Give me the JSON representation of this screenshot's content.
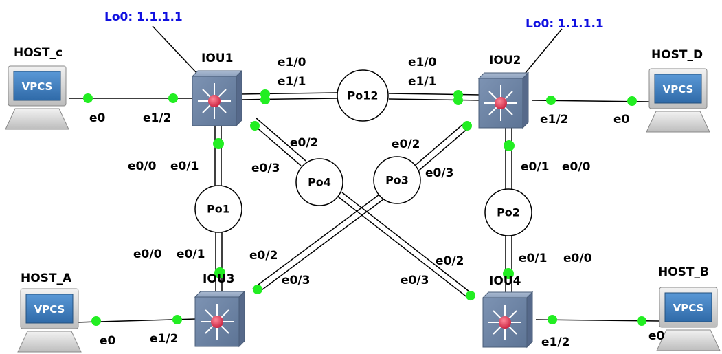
{
  "colors": {
    "link": "#000000",
    "port_dot": "#22ee22",
    "loopback_label": "#1010e0",
    "switch_body": "#6f86a6",
    "switch_center": "#e23b55",
    "screen": "#3f7fc3"
  },
  "loopbacks": {
    "iou1": "Lo0: 1.1.1.1",
    "iou2": "Lo0: 1.1.1.1"
  },
  "devices": {
    "iou1": "IOU1",
    "iou2": "IOU2",
    "iou3": "IOU3",
    "iou4": "IOU4",
    "host_a": "HOST_A",
    "host_b": "HOST_B",
    "host_c": "HOST_c",
    "host_d": "HOST_D",
    "vpcs": "VPCS"
  },
  "port_channels": {
    "po12": "Po12",
    "po1": "Po1",
    "po2": "Po2",
    "po3": "Po3",
    "po4": "Po4"
  },
  "interfaces": {
    "iou1_e1_0": "e1/0",
    "iou1_e1_1": "e1/1",
    "iou2_e1_0": "e1/0",
    "iou2_e1_1": "e1/1",
    "iou1_e1_2": "e1/2",
    "hostc_e0": "e0",
    "iou2_e1_2": "e1/2",
    "hostd_e0": "e0",
    "iou1_e0_0": "e0/0",
    "iou1_e0_1": "e0/1",
    "iou3_e0_0": "e0/0",
    "iou3_e0_1": "e0/1",
    "iou2_e0_1": "e0/1",
    "iou2_e0_0": "e0/0",
    "iou4_e0_1": "e0/1",
    "iou4_e0_0": "e0/0",
    "iou1_e0_2": "e0/2",
    "iou1_e0_3": "e0/3",
    "iou2_e0_2": "e0/2",
    "iou2_e0_3": "e0/3",
    "iou3_e0_2": "e0/2",
    "iou3_e0_3": "e0/3",
    "iou4_e0_2": "e0/2",
    "iou4_e0_3": "e0/3",
    "iou3_e1_2": "e1/2",
    "hosta_e0": "e0",
    "iou4_e1_2": "e1/2",
    "hostb_e0": "e0"
  }
}
